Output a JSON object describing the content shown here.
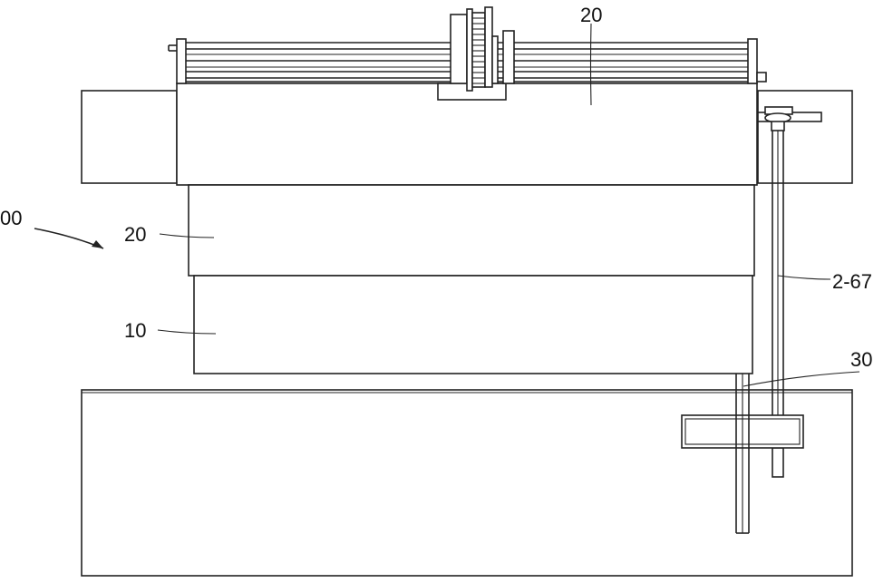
{
  "labels": {
    "assembly": "00",
    "top_unit": "20",
    "middle_unit": "20",
    "bottom_unit": "10",
    "rod": "2-67",
    "foundation_part": "30"
  }
}
